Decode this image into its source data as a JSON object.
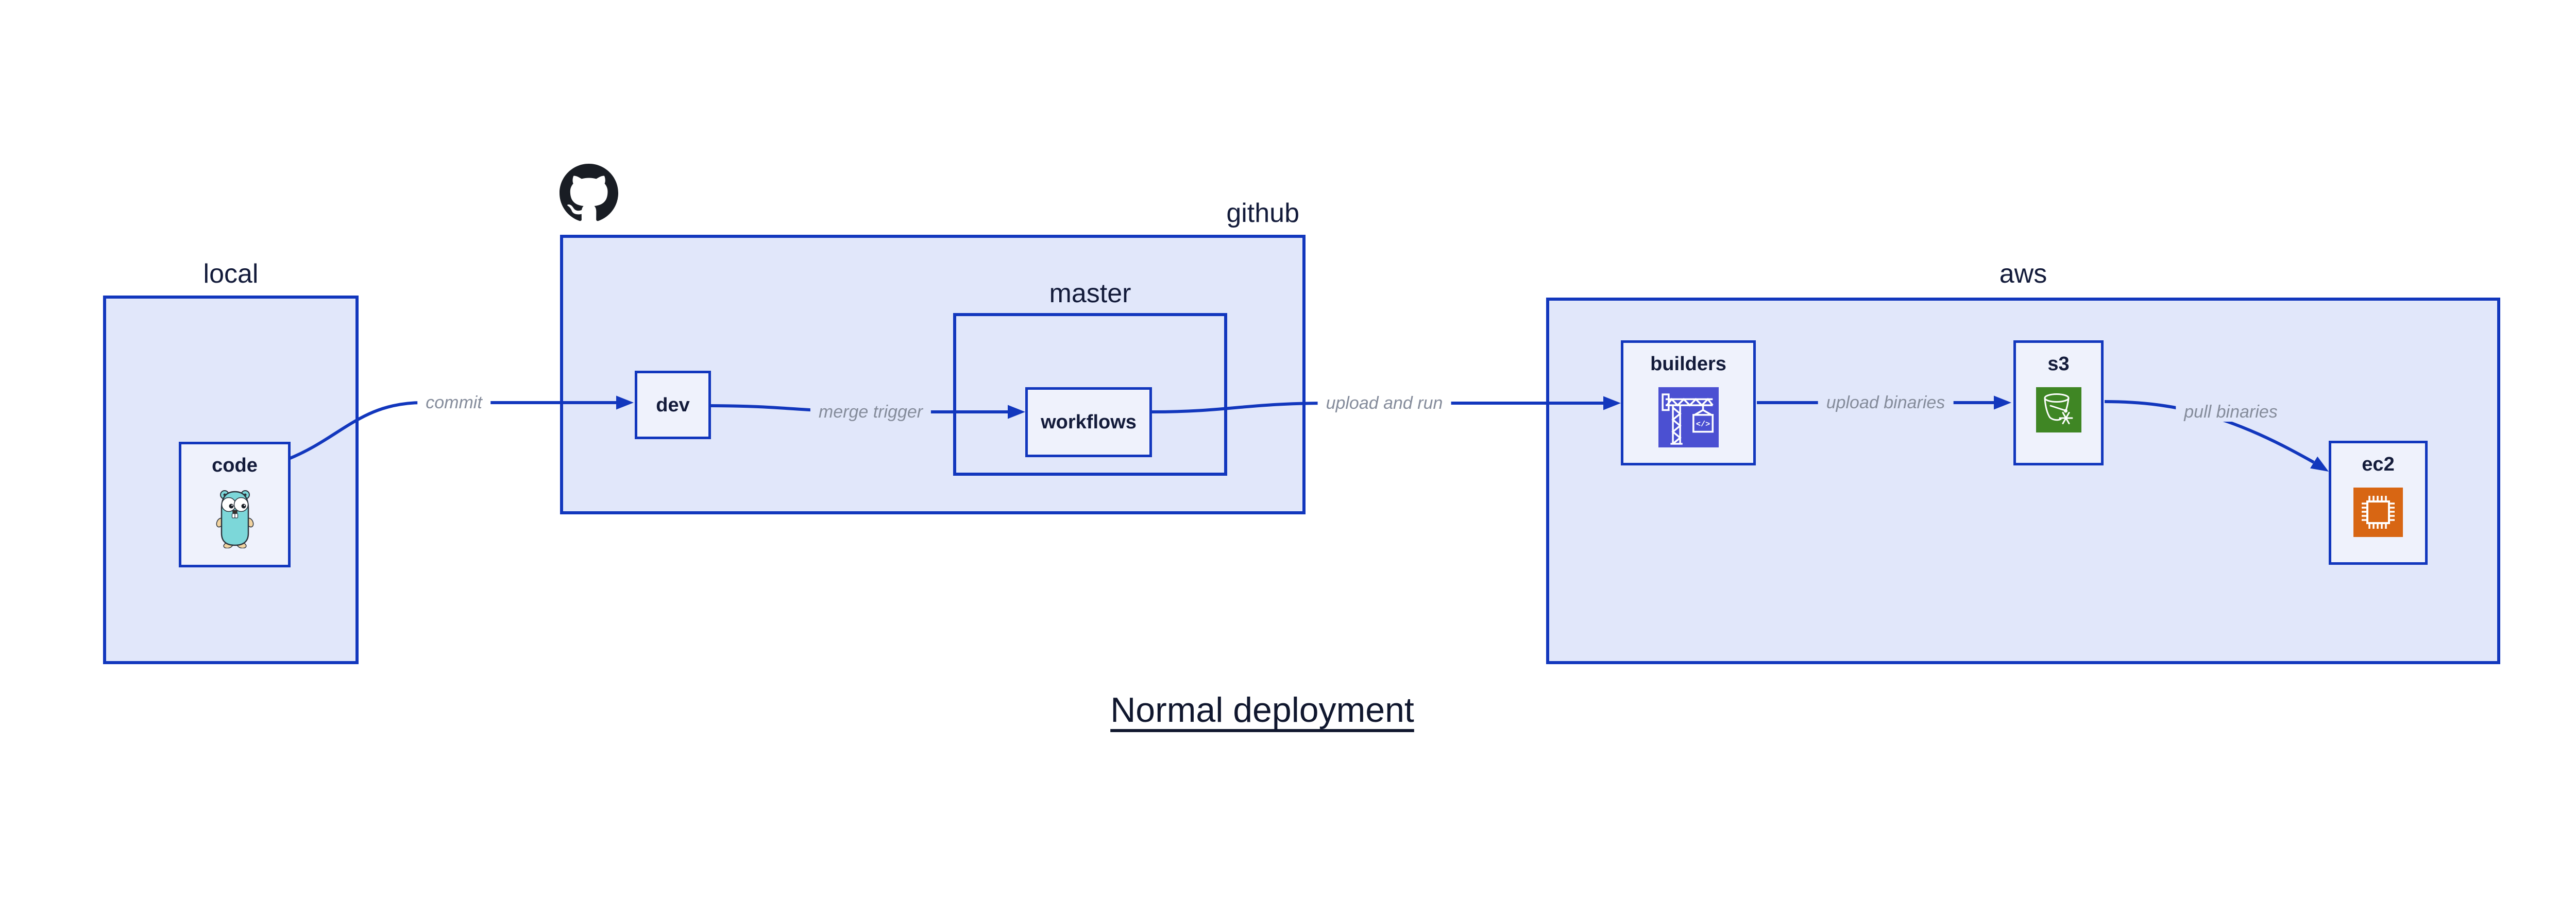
{
  "title": "Normal deployment",
  "containers": [
    {
      "id": "local",
      "label": "local"
    },
    {
      "id": "github",
      "label": "github"
    },
    {
      "id": "master",
      "label": "master"
    },
    {
      "id": "aws",
      "label": "aws"
    }
  ],
  "nodes": [
    {
      "id": "code",
      "label": "code",
      "icon": "go-gopher-icon"
    },
    {
      "id": "dev",
      "label": "dev",
      "icon": null
    },
    {
      "id": "workflows",
      "label": "workflows",
      "icon": null
    },
    {
      "id": "builders",
      "label": "builders",
      "icon": "codebuild-crane-icon"
    },
    {
      "id": "s3",
      "label": "s3",
      "icon": "s3-glacier-bucket-icon"
    },
    {
      "id": "ec2",
      "label": "ec2",
      "icon": "ec2-chip-icon"
    }
  ],
  "edges": [
    {
      "from": "code",
      "to": "dev",
      "label": "commit"
    },
    {
      "from": "dev",
      "to": "workflows",
      "label": "merge trigger"
    },
    {
      "from": "workflows",
      "to": "builders",
      "label": "upload and run"
    },
    {
      "from": "builders",
      "to": "s3",
      "label": "upload binaries"
    },
    {
      "from": "s3",
      "to": "ec2",
      "label": "pull binaries"
    }
  ],
  "icons": {
    "github_logo": "octocat-mark",
    "builders_code_glyph": "</>"
  },
  "colors": {
    "border": "#1237bd",
    "containerFill": "#e1e7fa",
    "nodeFill": "#eff2fc",
    "text": "#131b3a",
    "edgeLabel": "#858c9b",
    "buildersIconBg": "#4b50d2",
    "s3IconBg": "#3f8624",
    "ec2IconBg": "#d86613",
    "octocat": "#191d24",
    "gopherBody": "#7cd7d9",
    "gopherLimb": "#f1d3a0",
    "page": "#ffffff"
  }
}
